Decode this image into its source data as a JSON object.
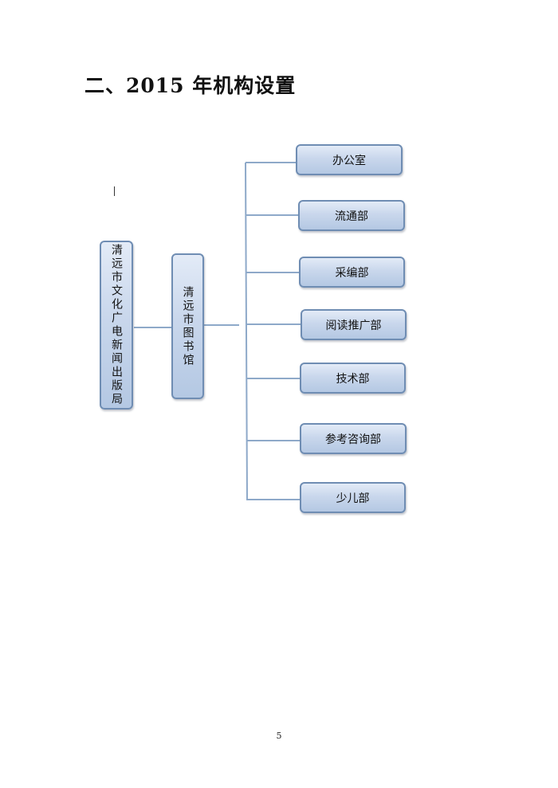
{
  "heading": "二、2015 年机构设置",
  "org_chart": {
    "root": "清远市文化广电新闻出版局",
    "library": "清远市图书馆",
    "departments": [
      "办公室",
      "流通部",
      "采编部",
      "阅读推广部",
      "技术部",
      "参考咨询部",
      "少儿部"
    ]
  },
  "colors": {
    "box_fill": "#c9d7ec",
    "box_border": "#6f8db3",
    "connector": "#8ea9c9"
  },
  "page_number": "5"
}
